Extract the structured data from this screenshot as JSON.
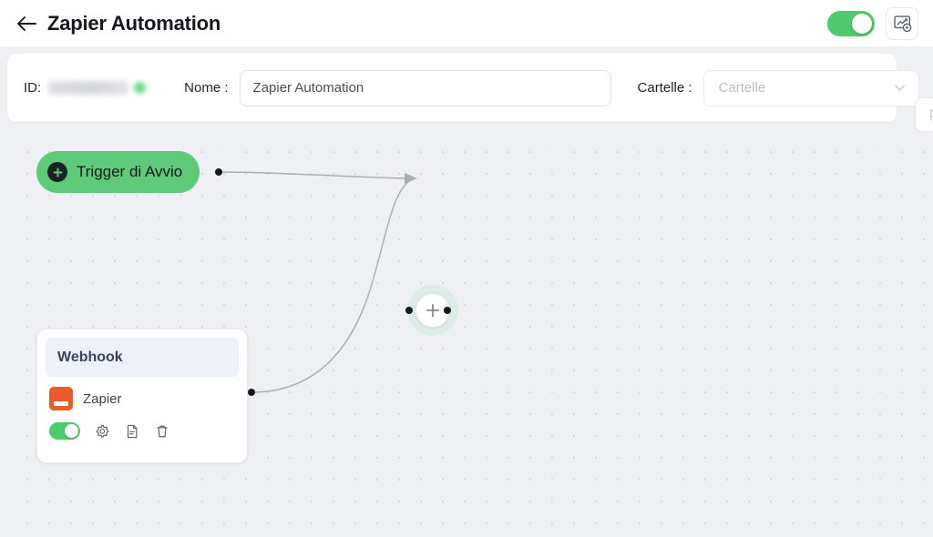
{
  "header": {
    "back_icon": "arrow-left-icon",
    "title": "Zapier Automation",
    "enabled_toggle_on": true,
    "stats_button_icon": "chart-board-settings-icon"
  },
  "meta": {
    "id_label": "ID:",
    "id_value_redacted": true,
    "nome_label": "Nome :",
    "nome_value": "Zapier Automation",
    "cartelle_label": "Cartelle :",
    "cartelle_placeholder": "Cartelle",
    "cartelle_value": "",
    "chevron_icon": "chevron-down-icon"
  },
  "side_buttons": [
    {
      "name": "tag-button",
      "icon": "tag-icon"
    },
    {
      "name": "run-button",
      "icon": "play-circle-icon"
    }
  ],
  "canvas": {
    "trigger_node": {
      "label": "Trigger di Avvio",
      "icon": "plus-circle-icon",
      "color": "#5ecb78"
    },
    "add_node": {
      "icon": "plus-icon",
      "halo_color": "#d7ece0"
    },
    "webhook_card": {
      "title": "Webhook",
      "app_name": "Zapier",
      "app_icon": "zapier-icon",
      "app_color": "#eb5b29",
      "enabled": true,
      "tools": [
        {
          "name": "settings-icon",
          "label": "gear-icon"
        },
        {
          "name": "logs-icon",
          "label": "document-icon"
        },
        {
          "name": "delete-icon",
          "label": "trash-icon"
        }
      ]
    },
    "grid_dot_color": "#d4d8df",
    "background_color": "#eef0f4"
  },
  "colors": {
    "accent_green": "#4ecb6d",
    "node_green": "#5ecb78",
    "zapier_orange": "#eb5b29",
    "canvas_bg": "#eef0f4"
  }
}
